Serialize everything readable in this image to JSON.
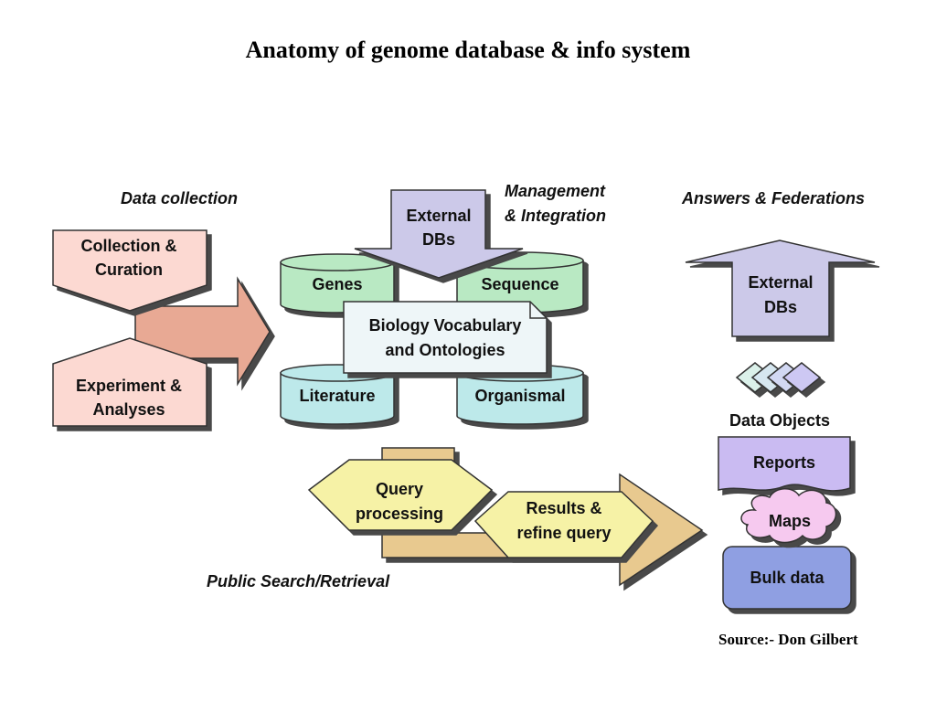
{
  "title": "Anatomy of genome database & info system",
  "source": "Source:- Don Gilbert",
  "sections": {
    "data_collection": "Data collection",
    "management_1": "Management",
    "management_2": "& Integration",
    "answers": "Answers & Federations",
    "public_search": "Public Search/Retrieval"
  },
  "collection": {
    "collection_curation": [
      "Collection &",
      "Curation"
    ],
    "experiment_analyses": [
      "Experiment &",
      "Analyses"
    ]
  },
  "management": {
    "external_dbs": [
      "External",
      "DBs"
    ],
    "genes": "Genes",
    "sequence": "Sequence",
    "literature": "Literature",
    "organismal": "Organismal",
    "vocabulary": [
      "Biology Vocabulary",
      "and Ontologies"
    ]
  },
  "search": {
    "query": [
      "Query",
      "processing"
    ],
    "results": [
      "Results &",
      "refine query"
    ]
  },
  "answers": {
    "external_dbs": [
      "External",
      "DBs"
    ],
    "data_objects": "Data Objects",
    "reports": "Reports",
    "maps": "Maps",
    "bulk_data": "Bulk data"
  },
  "colors": {
    "pink": "#fcd9d2",
    "salmon_arrow": "#e8a994",
    "green": "#b9e9c3",
    "cyan": "#bde9ea",
    "lavender": "#ccc9e9",
    "note": "#eef6f8",
    "yellow": "#f6f2a6",
    "tan": "#e8c98f",
    "purple": "#cabbf2",
    "pink_cloud": "#f6c9ef",
    "blue": "#8f9fe2",
    "shadow": "#4a4a4a"
  }
}
